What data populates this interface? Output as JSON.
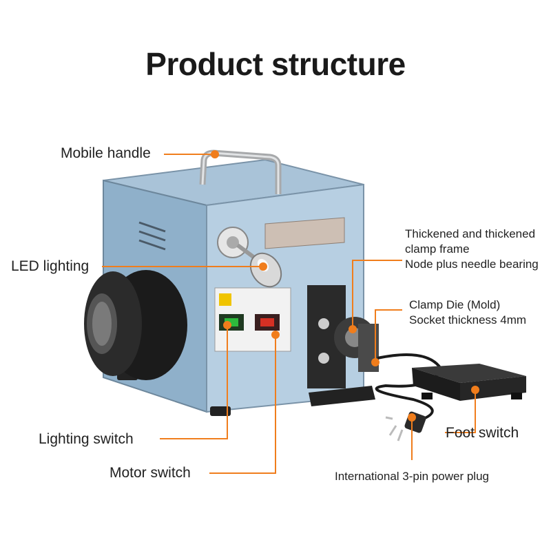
{
  "title": "Product structure",
  "accent_color": "#f07d1c",
  "labels": {
    "mobile_handle": "Mobile handle",
    "led_lighting": "LED lighting",
    "frame_line1": "Thickened and thickened",
    "frame_line2": "clamp frame",
    "frame_line3": "Node plus needle bearing",
    "die_line1": "Clamp Die (Mold)",
    "die_line2": "Socket thickness 4mm",
    "lighting_switch": "Lighting switch",
    "motor_switch": "Motor switch",
    "foot_switch": "Foot switch",
    "power_plug": "International 3-pin power plug"
  }
}
